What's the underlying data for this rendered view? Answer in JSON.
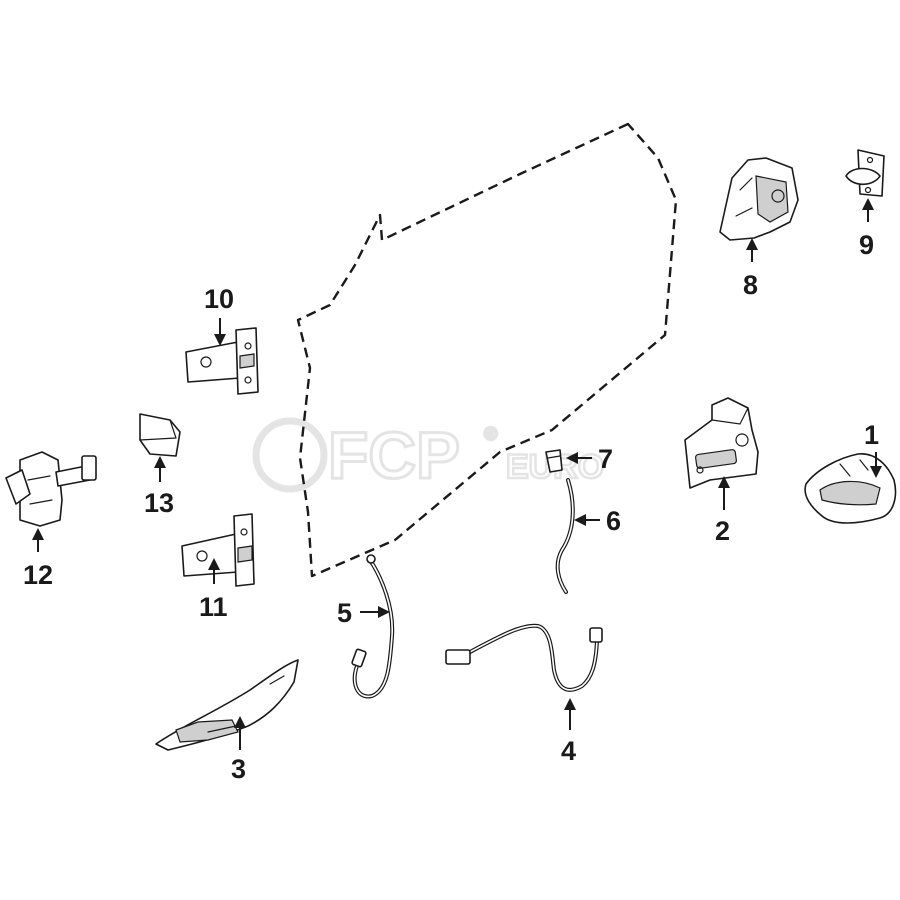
{
  "watermark": {
    "brand": "FCP",
    "suffix": "EURO",
    "registered_mark": "®"
  },
  "callouts": [
    {
      "id": "1",
      "label": "1",
      "part": "outside-door-handle"
    },
    {
      "id": "2",
      "label": "2",
      "part": "handle-reinforcement-bracket"
    },
    {
      "id": "3",
      "label": "3",
      "part": "inside-door-handle"
    },
    {
      "id": "4",
      "label": "4",
      "part": "wire-harness"
    },
    {
      "id": "5",
      "label": "5",
      "part": "release-cable"
    },
    {
      "id": "6",
      "label": "6",
      "part": "lock-rod"
    },
    {
      "id": "7",
      "label": "7",
      "part": "lock-cylinder-cap"
    },
    {
      "id": "8",
      "label": "8",
      "part": "door-lock-actuator"
    },
    {
      "id": "9",
      "label": "9",
      "part": "door-striker"
    },
    {
      "id": "10",
      "label": "10",
      "part": "upper-hinge"
    },
    {
      "id": "11",
      "label": "11",
      "part": "lower-hinge"
    },
    {
      "id": "12",
      "label": "12",
      "part": "door-check-strap"
    },
    {
      "id": "13",
      "label": "13",
      "part": "bumper-stop"
    }
  ]
}
